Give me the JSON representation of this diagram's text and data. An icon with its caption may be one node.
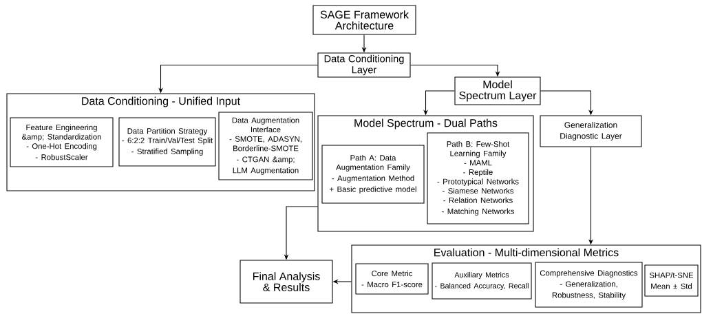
{
  "diagram": {
    "nodes": [
      {
        "text": [
          "SAGE Framework Architecture"
        ]
      },
      {
        "text": [
          "Data Conditioning Layer"
        ]
      },
      {
        "text": [
          "Data Conditioning - Unified Input"
        ]
      },
      {
        "text": [
          "Feature Engineering &amp; Standardization",
          "- One-Hot Encoding",
          "- RobustScaler"
        ],
        "in": 2
      },
      {
        "text": [
          "Data Partition Strategy",
          "- 6:2:2 Train/Val/Test Split",
          "- Stratified Sampling"
        ],
        "in": 2
      },
      {
        "text": [
          "Data Augmentation Interface",
          "- SMOTE, ADASYN, Borderline-SMOTE",
          "- CTGAN &amp; LLM Augmentation"
        ],
        "in": 2
      },
      {
        "text": [
          "Model Spectrum Layer"
        ]
      },
      {
        "text": [
          "Model Spectrum - Dual Paths"
        ]
      },
      {
        "text": [
          "Path A: Data Augmentation Family",
          "- Augmentation Method + Basic predictive model"
        ],
        "in": 7
      },
      {
        "text": [
          "Path B: Few-Shot Learning Family",
          "- MAML",
          "- Reptile",
          "- Prototypical Networks",
          "- Siamese Networks",
          "- Relation Networks",
          "- Matching Networks"
        ],
        "in": 7
      },
      {
        "text": [
          "Generalization Diagnostic Layer"
        ]
      },
      {
        "text": [
          "Final Analysis & Results"
        ]
      },
      {
        "text": [
          "Evaluation - Multi-dimensional Metrics"
        ]
      },
      {
        "text": [
          "Core Metric",
          "- Macro F1-score"
        ],
        "in": 12
      },
      {
        "text": [
          "Auxiliary Metrics",
          "- Balanced Accuracy, Recall"
        ],
        "in": 12
      },
      {
        "text": [
          "Comprehensive Diagnostics",
          "- Generalization, Robustness, Stability"
        ],
        "in": 12
      },
      {
        "text": [
          "SHAP/t-SNE",
          "Mean ± Std"
        ],
        "in": 12
      }
    ],
    "edges": [
      {
        "from": 0,
        "to": 1,
        "arrow": "to"
      },
      {
        "from": 1,
        "to": 2,
        "arrow": "to"
      },
      {
        "from": 1,
        "to": 6,
        "arrow": "to"
      },
      {
        "from": 6,
        "to": 7,
        "arrow": "to"
      },
      {
        "from": 6,
        "to": 10,
        "arrow": "to"
      },
      {
        "from": 10,
        "to": 12,
        "arrow": "to"
      },
      {
        "from": 7,
        "to": 11,
        "arrow": "to"
      },
      {
        "from": 12,
        "to": 11,
        "arrow": "to"
      }
    ]
  }
}
